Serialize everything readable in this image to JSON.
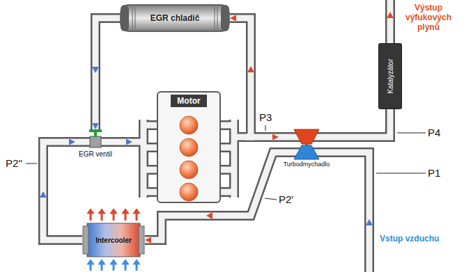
{
  "diagram": {
    "nodes": [
      {
        "text": [
          "EGR chladič"
        ]
      },
      {
        "text": [
          "Motor"
        ]
      },
      {
        "text": [
          "EGR ventil"
        ]
      },
      {
        "text": [
          "Intercooler"
        ]
      },
      {
        "text": [
          "Turbodmychadlo"
        ]
      },
      {
        "text": [
          "Katalyzátor"
        ]
      }
    ],
    "edges": [
      {
        "from": 1,
        "to": 0,
        "arrow": "to"
      },
      {
        "from": 0,
        "to": 2,
        "arrow": "to"
      },
      {
        "from": 2,
        "to": 1,
        "arrow": "to"
      },
      {
        "from": 1,
        "to": 4,
        "arrow": "to"
      },
      {
        "from": 4,
        "to": 5,
        "arrow": "none"
      },
      {
        "from": 4,
        "to": 3,
        "arrow": "to"
      },
      {
        "from": 3,
        "to": 2,
        "arrow": "to"
      }
    ],
    "labels": [
      "Výstup výfukových plynů",
      "P3",
      "P4",
      "P2''",
      "P1",
      "P2'",
      "Vstup vzduchu"
    ]
  }
}
